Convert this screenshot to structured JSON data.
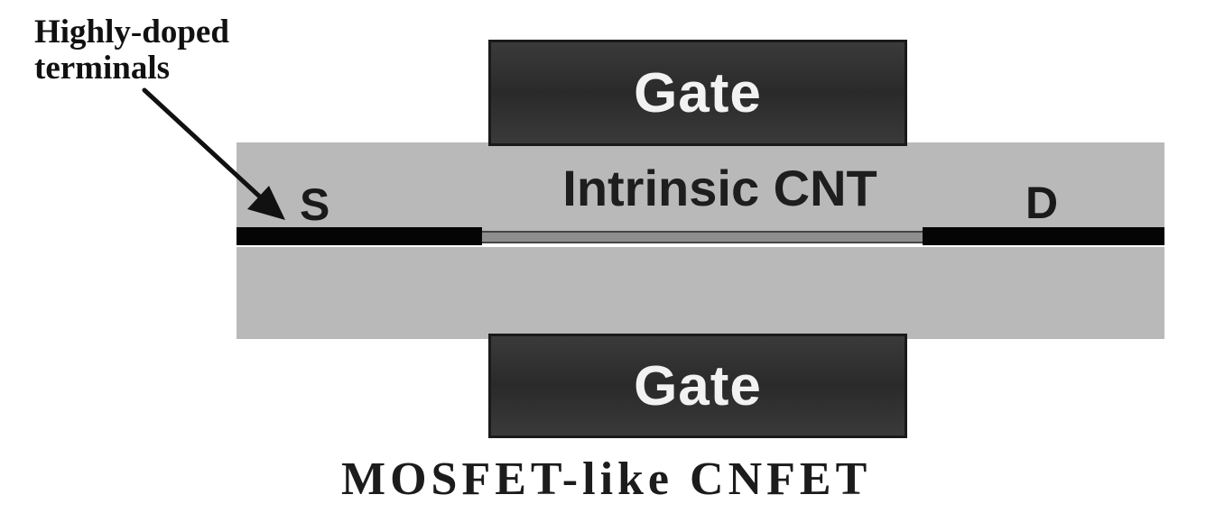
{
  "annotation": {
    "line1": "Highly-doped",
    "line2": "terminals"
  },
  "gate_top": {
    "label": "Gate"
  },
  "gate_bottom": {
    "label": "Gate"
  },
  "channel": {
    "label": "Intrinsic CNT"
  },
  "source": {
    "label": "S"
  },
  "drain": {
    "label": "D"
  },
  "caption": "MOSFET-like CNFET",
  "colors": {
    "gate_fill": "#2f2f2f",
    "insulator": "#b9b9b9",
    "doped_terminal": "#050505",
    "channel": "#8e8e8e"
  }
}
